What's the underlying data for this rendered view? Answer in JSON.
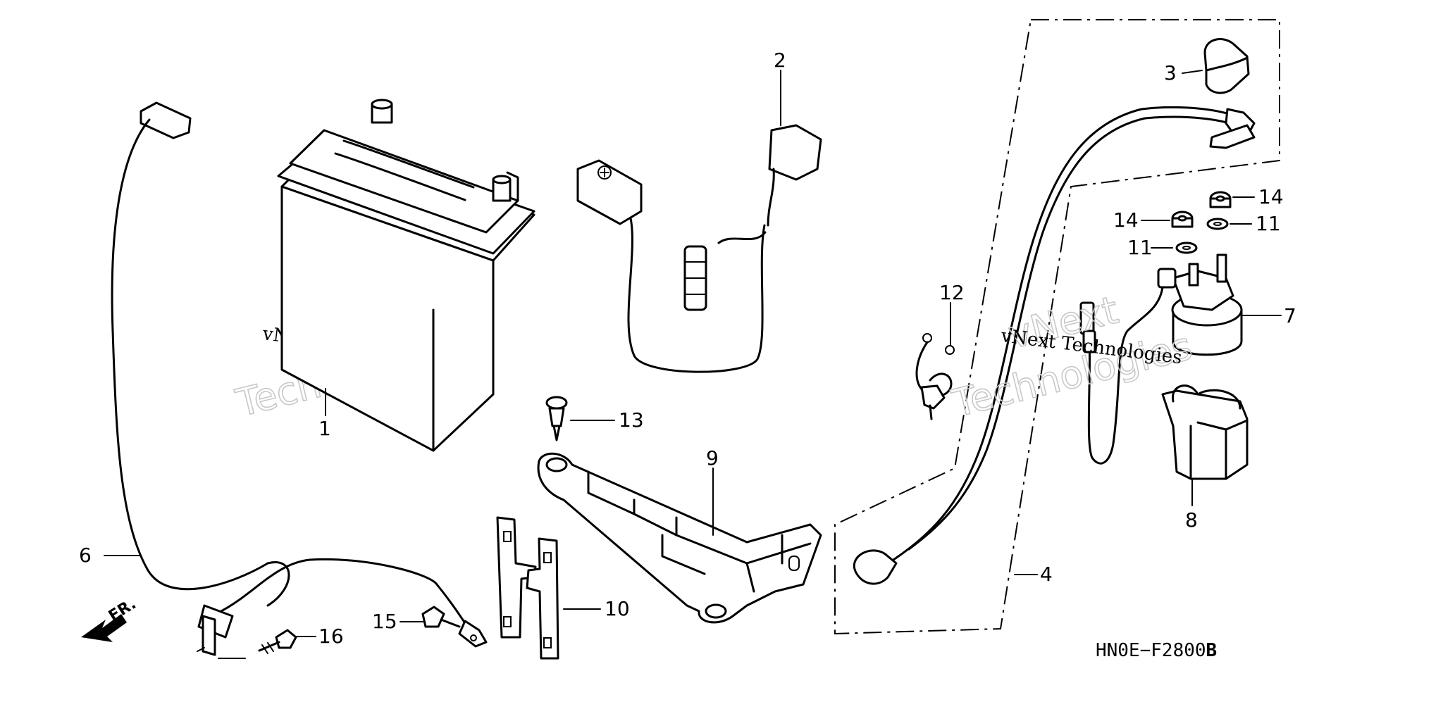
{
  "callouts": {
    "c1": "1",
    "c2": "2",
    "c3": "3",
    "c4": "4",
    "c6": "6",
    "c7": "7",
    "c8": "8",
    "c9": "9",
    "c10": "10",
    "c11a": "11",
    "c11b": "11",
    "c12": "12",
    "c13": "13",
    "c14a": "14",
    "c14b": "14",
    "c15": "15",
    "c16": "16"
  },
  "direction_label": "FR.",
  "diagram_code": "HN0E−F2800",
  "diagram_code_suffix": "B",
  "watermark": {
    "company_line": "vNext Technologies",
    "outline_word_1": "vNext",
    "outline_word_2": "Technologies"
  }
}
